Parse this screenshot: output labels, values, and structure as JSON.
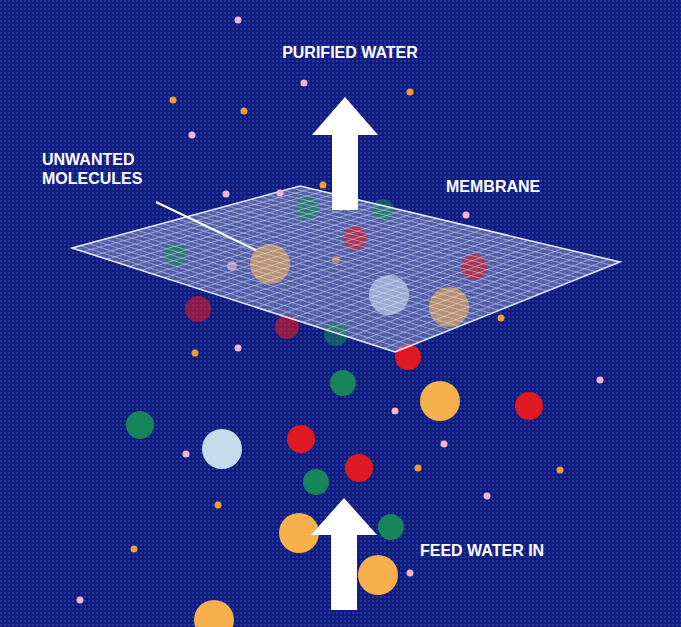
{
  "diagram": {
    "labels": [
      "PURIFIED WATER",
      "UNWANTED MOLECULES",
      "MEMBRANE",
      "FEED WATER IN"
    ]
  }
}
